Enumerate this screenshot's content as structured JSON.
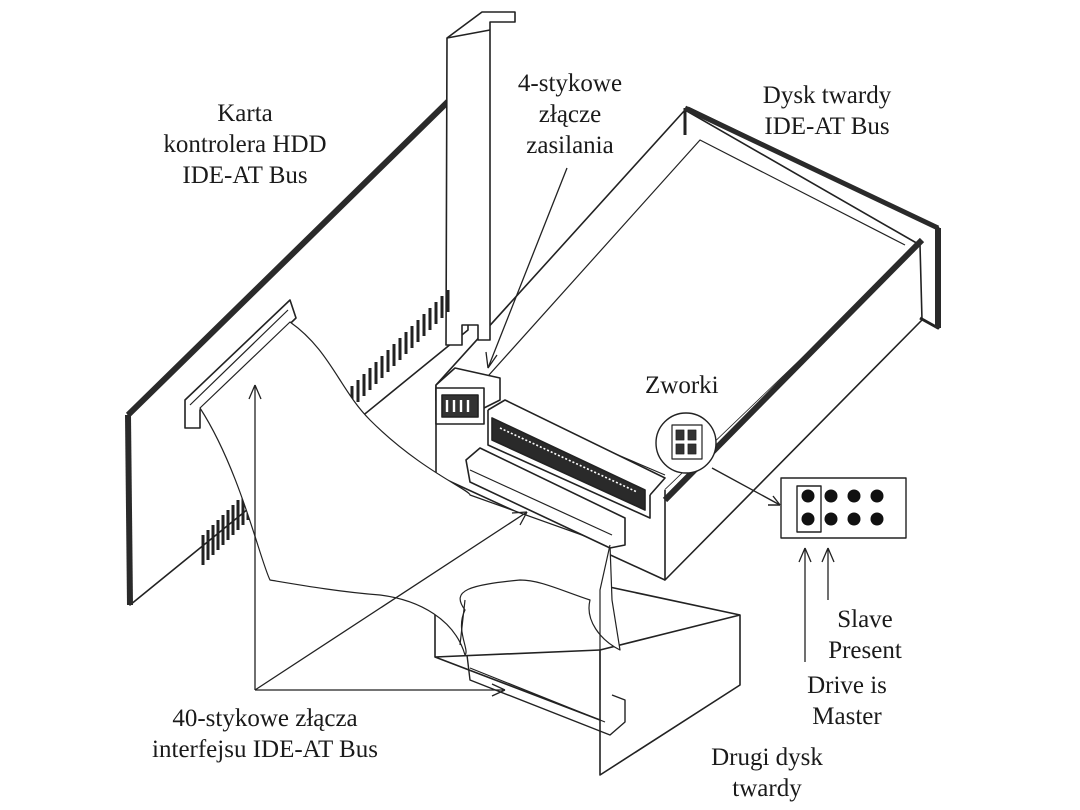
{
  "labels": {
    "controller_card": [
      "Karta",
      "kontrolera HDD",
      "IDE-AT Bus"
    ],
    "power_connector": [
      "4-stykowe",
      "złącze",
      "zasilania"
    ],
    "hard_disk": [
      "Dysk twardy",
      "IDE-AT Bus"
    ],
    "jumpers": "Zworki",
    "slave_present": [
      "Slave",
      "Present"
    ],
    "drive_is_master": [
      "Drive is",
      "Master"
    ],
    "interface_connectors": [
      "40-stykowe złącza",
      "interfejsu IDE-AT Bus"
    ],
    "second_disk": [
      "Drugi dysk",
      "twardy"
    ]
  },
  "jumper_block": {
    "rows": 2,
    "cols": 4,
    "highlighted_column": 1
  },
  "colors": {
    "line": "#222222",
    "fill": "#ffffff",
    "dark": "#2a2a2a"
  }
}
